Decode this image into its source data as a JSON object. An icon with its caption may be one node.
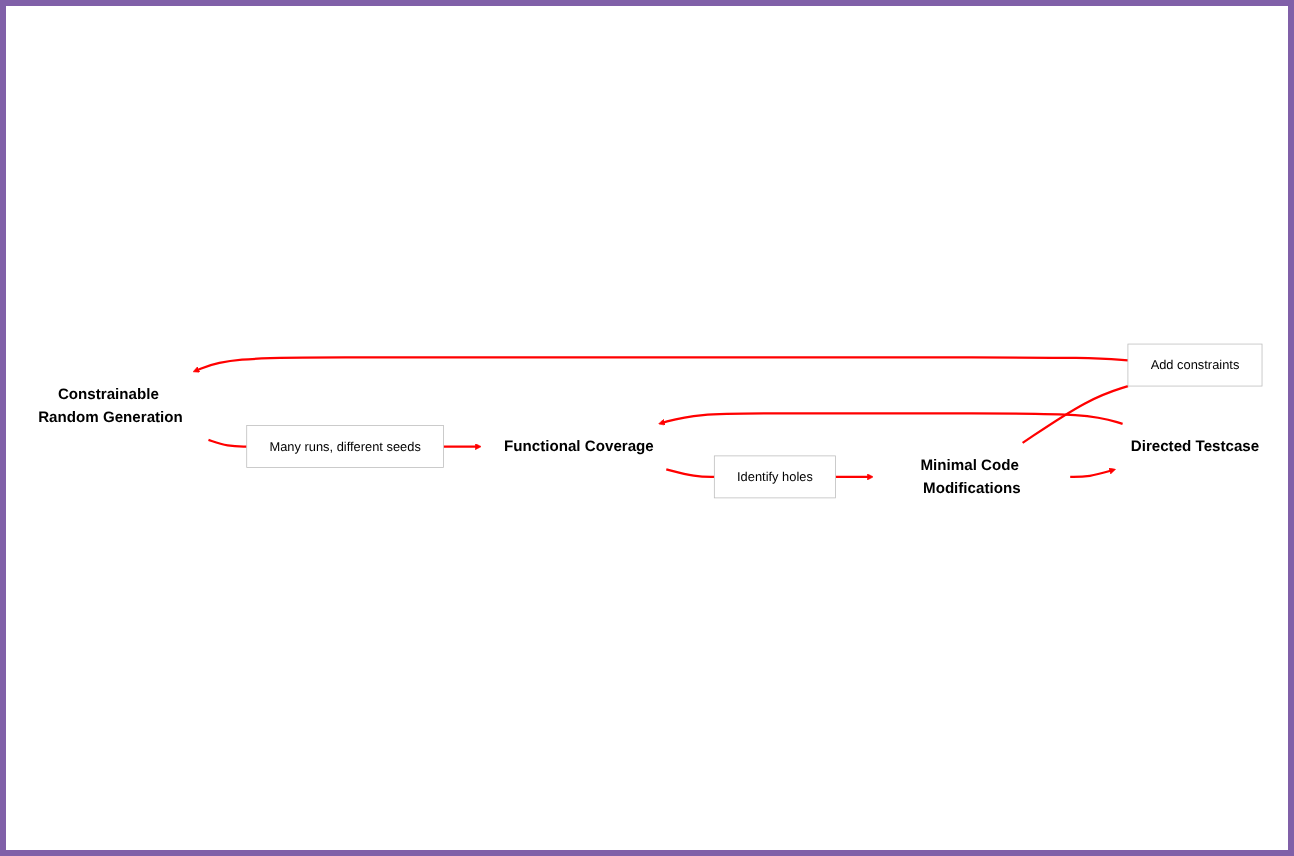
{
  "diagram": {
    "nodes": [
      {
        "text": [
          "Constrainable Random Generation"
        ]
      },
      {
        "text": [
          "Many runs, different seeds"
        ]
      },
      {
        "text": [
          "Functional Coverage"
        ]
      },
      {
        "text": [
          "Identify holes"
        ]
      },
      {
        "text": [
          "Minimal Code Modifications"
        ]
      },
      {
        "text": [
          "Add constraints"
        ]
      },
      {
        "text": [
          "Directed Testcase"
        ]
      }
    ],
    "edges": [
      {
        "from": 0,
        "to": 1,
        "arrow": "none",
        "color": "#ff0000"
      },
      {
        "from": 1,
        "to": 2,
        "arrow": "to",
        "color": "#ff0000"
      },
      {
        "from": 2,
        "to": 3,
        "arrow": "none",
        "color": "#ff0000"
      },
      {
        "from": 3,
        "to": 4,
        "arrow": "to",
        "color": "#ff0000"
      },
      {
        "from": 4,
        "to": 5,
        "arrow": "none",
        "color": "#ff0000"
      },
      {
        "from": 5,
        "to": 0,
        "arrow": "to",
        "color": "#ff0000"
      },
      {
        "from": 4,
        "to": 6,
        "arrow": "to",
        "color": "#ff0000"
      },
      {
        "from": 6,
        "to": 2,
        "arrow": "to",
        "color": "#ff0000"
      }
    ]
  }
}
